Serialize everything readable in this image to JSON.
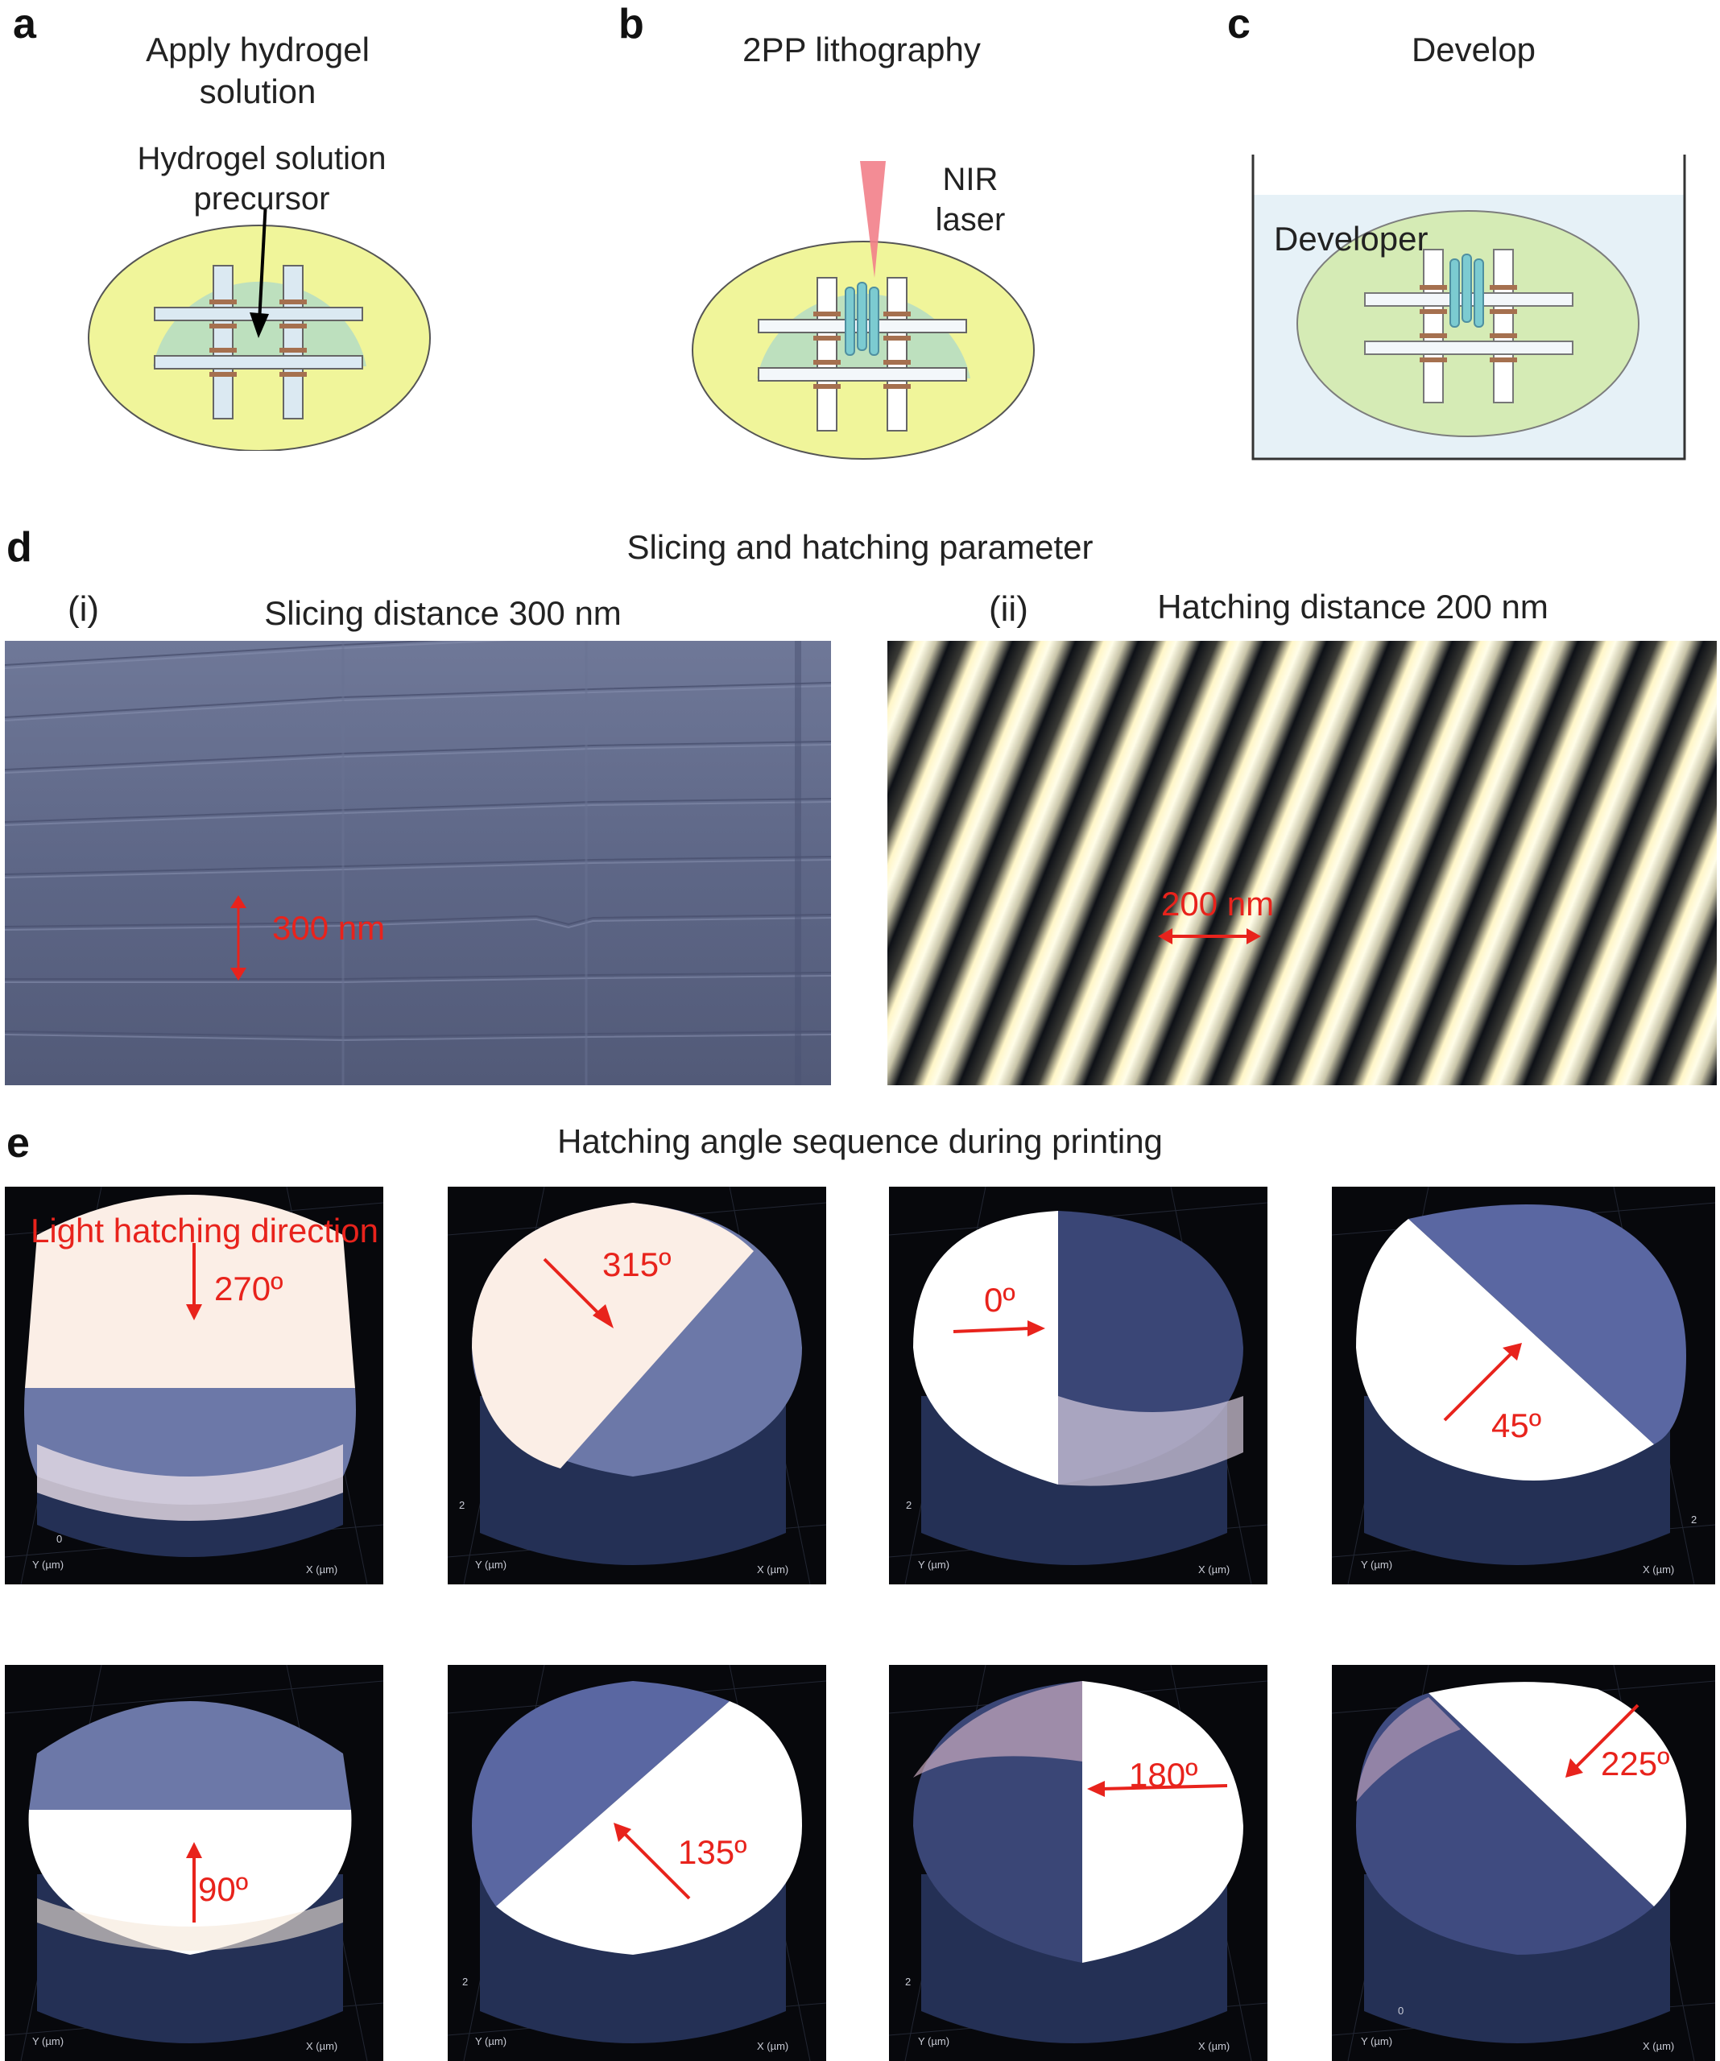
{
  "panels": {
    "a": {
      "letter": "a",
      "title": "Apply hydrogel solution",
      "annotation": "Hydrogel solution precursor"
    },
    "b": {
      "letter": "b",
      "title": "2PP lithography",
      "annotation": "NIR laser"
    },
    "c": {
      "letter": "c",
      "title": "Develop",
      "annotation": "Developer"
    },
    "d": {
      "letter": "d",
      "title": "Slicing and hatching parameter",
      "sub_i": {
        "label": "(i)",
        "title": "Slicing distance 300 nm",
        "measure": "300 nm"
      },
      "sub_ii": {
        "label": "(ii)",
        "title": "Hatching distance 200 nm",
        "measure": "200 nm"
      }
    },
    "e": {
      "letter": "e",
      "title": "Hatching angle sequence during printing",
      "direction_label": "Light hatching direction",
      "angles": [
        "270º",
        "315º",
        "0º",
        "45º",
        "90º",
        "135º",
        "180º",
        "225º"
      ],
      "axis_y": "Y (µm)",
      "axis_x": "X (µm)",
      "tick_a": "0",
      "tick_b": "2"
    }
  },
  "colors": {
    "substrate": "#f0f59a",
    "hydrogel": "#b4dcc4",
    "electrode": "#dbe9f2",
    "contact": "#a5704f",
    "laser": "#f2808a",
    "developer": "#e6f1f7",
    "slice_surface": "#5f6788",
    "arrow": "#e8231c",
    "dome_dark": "#2d3966",
    "dome_light": "#fbeee6"
  }
}
